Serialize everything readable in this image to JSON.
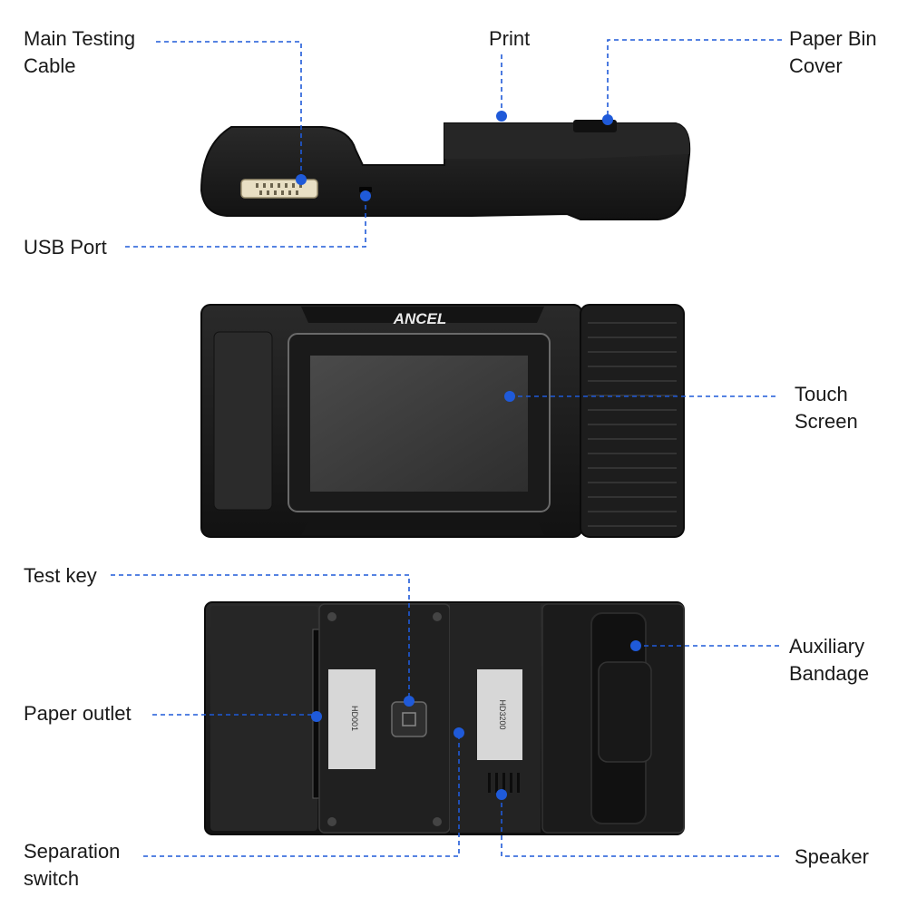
{
  "labels": {
    "main_testing_cable": "Main Testing\nCable",
    "print": "Print",
    "paper_bin_cover": "Paper Bin\nCover",
    "usb_port": "USB Port",
    "touch_screen": "Touch\nScreen",
    "test_key": "Test key",
    "paper_outlet": "Paper outlet",
    "auxiliary_bandage": "Auxiliary\nBandage",
    "separation_switch": "Separation\nswitch",
    "speaker": "Speaker"
  },
  "device_text": {
    "brand": "ANCEL",
    "printer_model": "HD001",
    "scanner_model": "HD3200"
  },
  "colors": {
    "callout": "#1f5ad9",
    "device_body": "#1b1b1b",
    "device_edge": "#2b2b2b",
    "screen": "#3a3a3a",
    "switch_green": "#31c24a"
  }
}
